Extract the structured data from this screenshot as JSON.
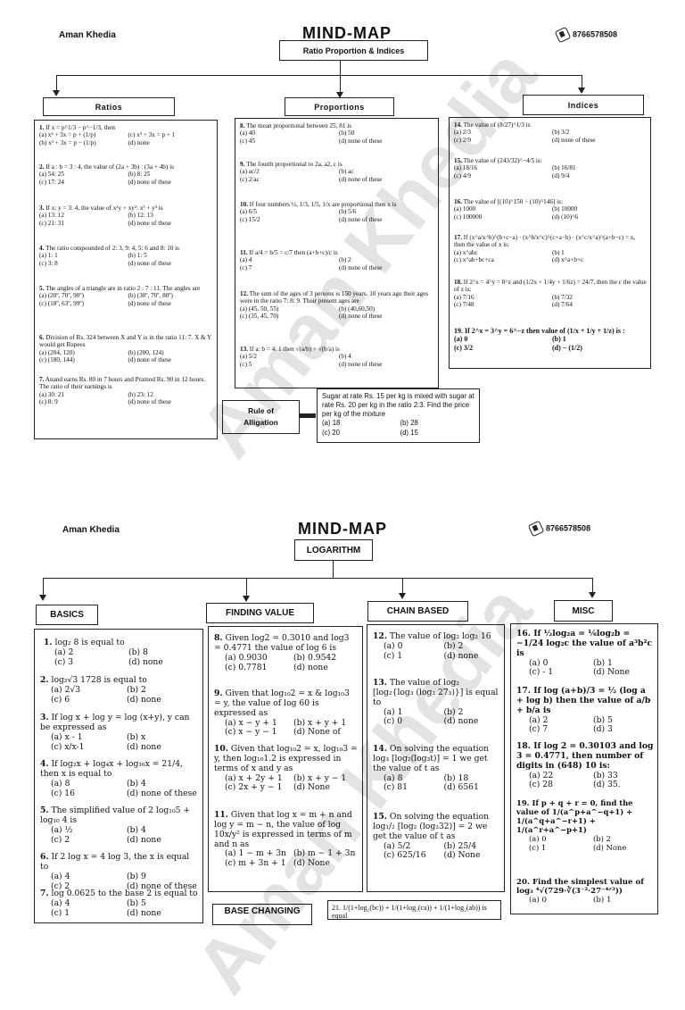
{
  "sheet1": {
    "author": "Aman Khedia",
    "title": "MIND-MAP",
    "phone": "8766578508",
    "subtitle": "Ratio Proportion & Indices",
    "watermark": "Aman Khedia",
    "headers": [
      "Ratios",
      "Proportions",
      "Indices"
    ],
    "ratios": [
      {
        "n": "1.",
        "q": "If x = p^1/3 − p^−1/3, then",
        "o": [
          "(a) x³ + 3x = p + (1/p)",
          "(c) x³ + 3x = p + 1",
          "(b) x³ + 3x = p − (1/p)",
          "(d) none"
        ]
      },
      {
        "n": "2.",
        "q": "If a : b = 3 : 4, the value of (2a + 3b) : (3a + 4b) is",
        "o": [
          "(a) 54: 25",
          "(b) 8: 25",
          "(c) 17: 24",
          "(d) none of these"
        ]
      },
      {
        "n": "3.",
        "q": "If x: y = 3: 4, the value of x²y + xy²: x³ + y³ is",
        "o": [
          "(a) 13: 12",
          "(b) 12: 13",
          "(c) 21: 31",
          "(d) none of these"
        ]
      },
      {
        "n": "4.",
        "q": "The ratio compounded of 2: 3, 9: 4, 5: 6 and 8: 10 is",
        "o": [
          "(a) 1: 1",
          "(b) 1: 5",
          "(c) 3: 8",
          "(d) none of these"
        ]
      },
      {
        "n": "5.",
        "q": "The angles of a triangle are in ratio 2 : 7 : 11. The angles are",
        "o": [
          "(a) (20º, 70º, 90º)",
          "(b) (30º, 70º, 80º)",
          "(c) (18º, 63º, 99º)",
          "(d) none of these"
        ]
      },
      {
        "n": "6.",
        "q": "Division of Rs. 324 between X and Y is in the ratio 11: 7. X & Y would get Rupees",
        "o": [
          "(a) (204, 120)",
          "(b) (200, 124)",
          "(c) (180, 144)",
          "(d) none of these"
        ]
      },
      {
        "n": "7.",
        "q": "Anand earns Rs. 80 in 7 hours and Pramod Rs. 90 in 12 hours. The ratio of their earnings is",
        "o": [
          "(a) 30: 21",
          "(b) 23: 12",
          "(c) 8: 9",
          "(d) none of these"
        ]
      }
    ],
    "proportions": [
      {
        "n": "8.",
        "q": "The mean proportional between 25, 81 is",
        "o": [
          "(a) 40",
          "(b) 50",
          "(c) 45",
          "(d) none of these"
        ]
      },
      {
        "n": "9.",
        "q": "The fourth proportional to 2a, a2, c is",
        "o": [
          "(a) ac/2",
          "(b) ac",
          "(c) 2/ac",
          "(d) none of these"
        ]
      },
      {
        "n": "10.",
        "q": "If four numbers ½, 1/3, 1/5, 1/x are proportional then x is",
        "o": [
          "(a) 6/5",
          "(b) 5/6",
          "(c) 15/2",
          "(d) none of these"
        ]
      },
      {
        "n": "11.",
        "q": "If a/4 = b/5 = c/7 then (a+b+c)/c is",
        "o": [
          "(a) 4",
          "(b) 2",
          "(c) 7",
          "(d) none of these"
        ]
      },
      {
        "n": "12.",
        "q": "The sum of the ages of 3 persons is 150 years. 10 years ago their ages were in the ratio 7: 8: 9. Their present ages are",
        "o": [
          "(a) (45, 50, 55)",
          "(b) (40,60,50)",
          "(c) (35, 45, 70)",
          "(d) none of these"
        ]
      },
      {
        "n": "13.",
        "q": "If a: b = 4: 1 then √(a/b) + √(b/a) is",
        "o": [
          "(a) 5/2",
          "(b) 4",
          "(c) 5",
          "(d) none of these"
        ]
      }
    ],
    "indices": [
      {
        "n": "14.",
        "q": "The value of (8/27)^1/3 is",
        "o": [
          "(a) 2/3",
          "(b) 3/2",
          "(c) 2/9",
          "(d) none of these"
        ]
      },
      {
        "n": "15.",
        "q": "The value of (243/32)^−4/5 is:",
        "o": [
          "(a) 18/16",
          "(b) 16/81",
          "(c) 4/9",
          "(d) 9/4"
        ]
      },
      {
        "n": "16.",
        "q": "The value of [(10)^150 ÷ (10)^146] is:",
        "o": [
          "(a) 1000",
          "(b) 10000",
          "(c) 100000",
          "(d) (10)^6"
        ]
      },
      {
        "n": "17.",
        "q": "If (x^a/x^b)^(b+c−a) · (x^b/x^c)^(c+a−b) · (x^c/x^a)^(a+b−c) = x, then the value of x is:",
        "o": [
          "(a) x^abc",
          "(b) 1",
          "(c) x^ab+bc+ca",
          "(d) x^a+b+c"
        ]
      },
      {
        "n": "18.",
        "q": "If 2^x = 4^y = 8^z and (1/2x + 1/4y + 1/6z) = 24/7, then the c the value of z is:",
        "o": [
          "(a) 7/16",
          "(b) 7/32",
          "(c) 7/48",
          "(d) 7/64"
        ]
      },
      {
        "n": "19.",
        "q": "If 2^x = 3^y = 6^−z then value of (1/x + 1/y + 1/z) is :",
        "o": [
          "(a) 0",
          "(b) 1",
          "(c) 3/2",
          "(d) − (1/2)"
        ]
      }
    ],
    "alligation": {
      "label_line1": "Rule of",
      "label_line2": "Alligation",
      "q": "Sugar at rate Rs. 15 per kg is mixed with sugar at rate Rs. 20 per kg in the ratio 2:3. Find the price per kg of the mixture",
      "o": [
        "(a)  18",
        "(b)  28",
        "(c)  20",
        "(d)  15"
      ]
    }
  },
  "sheet2": {
    "author": "Aman Khedia",
    "title": "MIND-MAP",
    "phone": "8766578508",
    "subtitle": "LOGARITHM",
    "watermark": "Aman Khedia",
    "headers": [
      "BASICS",
      "FINDING VALUE",
      "CHAIN BASED",
      "MISC"
    ],
    "bottom_header": "BASE CHANGING",
    "basics": [
      {
        "n": "1.",
        "q": "log₂ 8 is equal to",
        "o": [
          "(a) 2",
          "(b) 8",
          "(c) 3",
          "(d) none"
        ]
      },
      {
        "n": "2.",
        "q": "log₂√3 1728 is equal to",
        "o": [
          "(a) 2√3",
          "(b) 2",
          "(c) 6",
          "(d) none"
        ]
      },
      {
        "n": "3.",
        "q": "If log x + log y = log (x+y), y can be expressed as",
        "o": [
          "(a) x - 1",
          "(b) x",
          "(c) x/x-1",
          "(d) none"
        ]
      },
      {
        "n": "4.",
        "q": "If log₂x + log₄x + log₁₆x = 21/4, then x is equal to",
        "o": [
          "(a) 8",
          "(b) 4",
          "(c) 16",
          "(d) none of these"
        ]
      },
      {
        "n": "5.",
        "q": "The simplified value of 2 log₁₀5 + log₁₀ 4 is",
        "o": [
          "(a) ½",
          "(b) 4",
          "(c) 2",
          "(d) none"
        ]
      },
      {
        "n": "6.",
        "q": "If 2 log x = 4 log 3, the x is equal to",
        "o": [
          "(a) 4",
          "(b) 9",
          "(c) 2",
          "(d) none of these"
        ]
      },
      {
        "n": "7.",
        "q": "log 0.0625 to the base 2 is equal to",
        "o": [
          "(a) 4",
          "(b) 5",
          "(c) 1",
          "(d) none"
        ]
      }
    ],
    "finding": [
      {
        "n": "8.",
        "q": "Given log2 = 0.3010 and log3 = 0.4771 the value of log 6 is",
        "o": [
          "(a) 0.9030",
          "(b) 0.9542",
          "(c) 0.7781",
          "(d) none"
        ]
      },
      {
        "n": "9.",
        "q": "Given that log₁₀2 = x & log₁₀3 = y, the value of log 60 is expressed as",
        "o": [
          "(a) x − y + 1",
          "(b) x + y + 1",
          "(c) x − y − 1",
          "(d) None of"
        ]
      },
      {
        "n": "10.",
        "q": "Given that log₁₀2 = x, log₁₀3 = y, then log₁₀1.2 is expressed in terms of x and y as",
        "o": [
          "(a) x + 2y + 1",
          "(b) x + y − 1",
          "(c) 2x + y − 1",
          "(d) None"
        ]
      },
      {
        "n": "11.",
        "q": "Given that log x = m + n and log y = m − n, the value of log 10x/y² is expressed in terms of m and n as",
        "o": [
          "(a) 1 − m + 3n",
          "(b) m − 1 + 3n",
          "(c) m + 3n + 1",
          "(d) None"
        ]
      }
    ],
    "chain": [
      {
        "n": "12.",
        "q": "The value of log₂ log₂ 16",
        "o": [
          "(a) 0",
          "(b) 2",
          "(c) 1",
          "(d) none"
        ]
      },
      {
        "n": "13.",
        "q": "The value of log₂ [log₂{log₃ (log₃ 27₃)}] is equal to",
        "o": [
          "(a) 1",
          "(b) 2",
          "(c) 0",
          "(d) none"
        ]
      },
      {
        "n": "14.",
        "q": "On solving the equation log₃ [log₂(log₃t)] = 1 we get the value of t as",
        "o": [
          "(a) 8",
          "(b) 18",
          "(c) 81",
          "(d) 6561"
        ]
      },
      {
        "n": "15.",
        "q": "On solving the equation log₁/₂ [log₂ (log₂32)] = 2 we get the value of t as",
        "o": [
          "(a) 5/2",
          "(b) 25/4",
          "(c) 625/16",
          "(d) None"
        ]
      }
    ],
    "misc": [
      {
        "n": "16.",
        "q": "If ½log₂a = ⅙log₂b = −1/24 log₂c the value of a³b²c is",
        "o": [
          "(a) 0",
          "(b) 1",
          "(c) - 1",
          "(d) None"
        ]
      },
      {
        "n": "17.",
        "q": "If log (a+b)/3 = ½ (log a + log b) then the value of a/b + b/a is",
        "o": [
          "(a) 2",
          "(b) 5",
          "(c) 7",
          "(d) 3"
        ]
      },
      {
        "n": "18.",
        "q": "If log 2 = 0.30103 and log 3 = 0.4771, then number of digits in (648) 10 is:",
        "o": [
          "(a) 22",
          "(b) 33",
          "(c) 28",
          "(d) 35."
        ]
      },
      {
        "n": "19.",
        "q": "If p + q + r = 0, find the value of 1/(a^p+a^−q+1) + 1/(a^q+a^−r+1) + 1/(a^r+a^−p+1)",
        "o": [
          "(a) 0",
          "(b) 2",
          "(c) 1",
          "(d) None"
        ]
      },
      {
        "n": "20.",
        "q": "Find the simplest value of log₃ ⁴√(729·∛(3⁻²·27⁻⁴ᐟ³))",
        "o": [
          "(a) 0",
          "(b) 1"
        ]
      }
    ],
    "q21": "21.  1/(1+log₂(bc)) + 1/(1+log₂(ca)) + 1/(1+log₂(ab)) is equal"
  }
}
